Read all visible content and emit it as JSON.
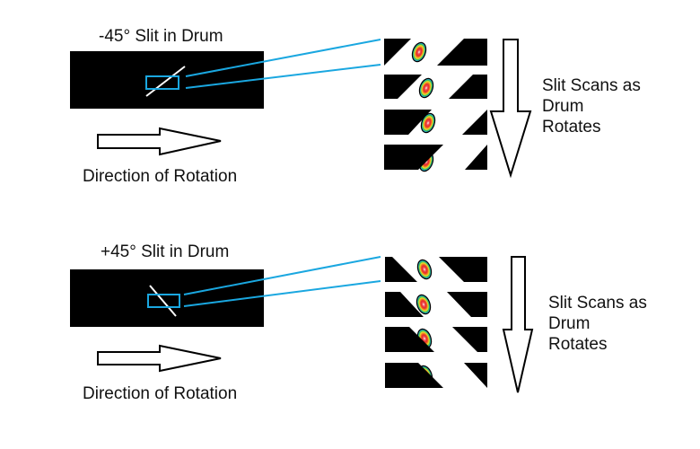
{
  "colors": {
    "beam": "#1aa7e0",
    "drum": "#000000",
    "slit": "#ffffff",
    "beam_profile": [
      "#1a1a1a",
      "#2e6fd1",
      "#22b0c8",
      "#3cc04a",
      "#e8e030",
      "#f08a20",
      "#e8262a",
      "#ffffff"
    ]
  },
  "panels": [
    {
      "id": "minus45",
      "title": "-45° Slit in Drum",
      "direction_label": "Direction of Rotation",
      "scan_label_lines": [
        "Slit Scans as",
        "Drum",
        "Rotates"
      ],
      "slit_angle": "-45",
      "scan_frames": 4
    },
    {
      "id": "plus45",
      "title": "+45° Slit in Drum",
      "direction_label": "Direction of Rotation",
      "scan_label_lines": [
        "Slit Scans as",
        "Drum",
        "Rotates"
      ],
      "slit_angle": "+45",
      "scan_frames": 4
    }
  ]
}
